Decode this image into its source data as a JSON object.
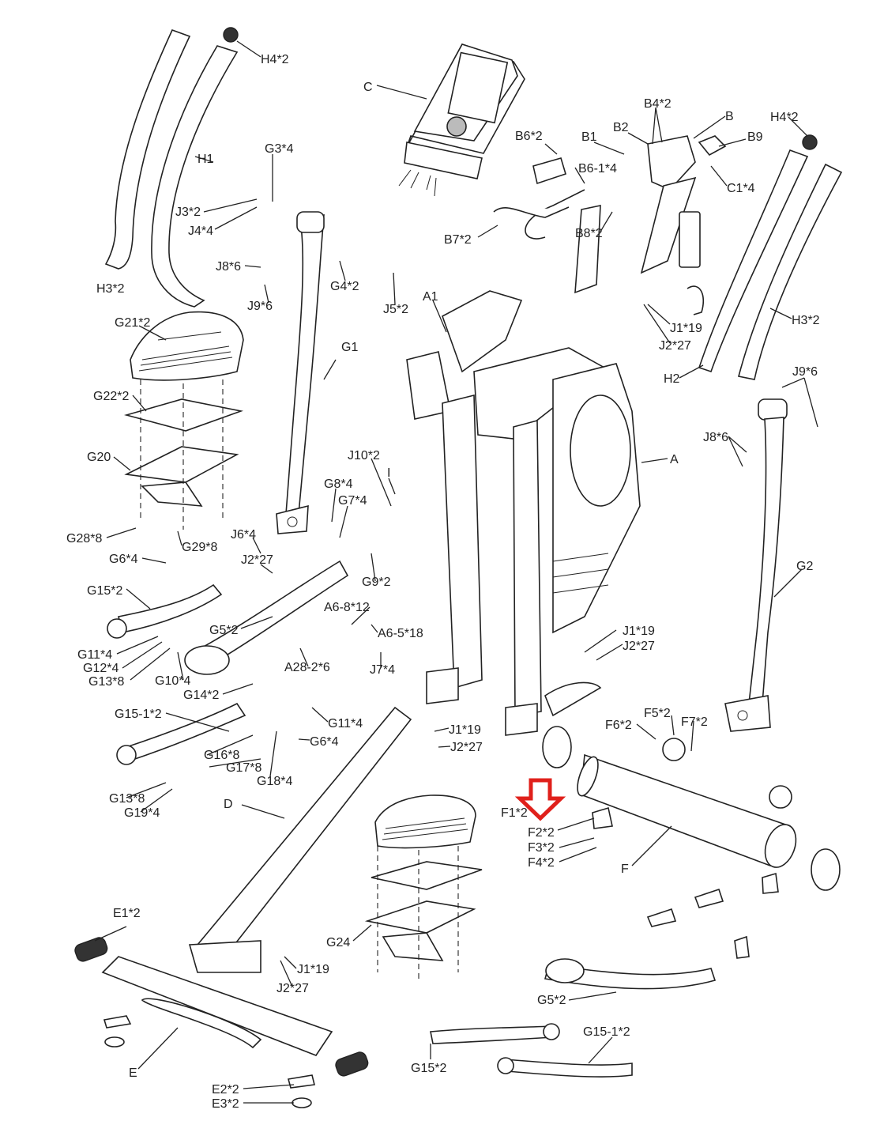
{
  "labels": [
    {
      "id": "H4x2_top",
      "text": "H4*2"
    },
    {
      "id": "C",
      "text": "C"
    },
    {
      "id": "B4x2",
      "text": "B4*2"
    },
    {
      "id": "B",
      "text": "B"
    },
    {
      "id": "H4x2_right",
      "text": "H4*2"
    },
    {
      "id": "H1",
      "text": "H1"
    },
    {
      "id": "G3x4",
      "text": "G3*4"
    },
    {
      "id": "B6x2",
      "text": "B6*2"
    },
    {
      "id": "B2",
      "text": "B2"
    },
    {
      "id": "B1",
      "text": "B1"
    },
    {
      "id": "B9",
      "text": "B9"
    },
    {
      "id": "B6-1x4",
      "text": "B6-1*4"
    },
    {
      "id": "C1x4",
      "text": "C1*4"
    },
    {
      "id": "J3x2",
      "text": "J3*2"
    },
    {
      "id": "J4x4",
      "text": "J4*4"
    },
    {
      "id": "B7x2",
      "text": "B7*2"
    },
    {
      "id": "B8x2",
      "text": "B8*2"
    },
    {
      "id": "J8x6_left",
      "text": "J8*6"
    },
    {
      "id": "G4x2",
      "text": "G4*2"
    },
    {
      "id": "H3x2_left",
      "text": "H3*2"
    },
    {
      "id": "J9x6_left",
      "text": "J9*6"
    },
    {
      "id": "J5x2",
      "text": "J5*2"
    },
    {
      "id": "A1",
      "text": "A1"
    },
    {
      "id": "H3x2_right",
      "text": "H3*2"
    },
    {
      "id": "J1x19_top",
      "text": "J1*19"
    },
    {
      "id": "J2x27_top",
      "text": "J2*27"
    },
    {
      "id": "G21x2",
      "text": "G21*2"
    },
    {
      "id": "G1",
      "text": "G1"
    },
    {
      "id": "H2",
      "text": "H2"
    },
    {
      "id": "J9x6_right",
      "text": "J9*6"
    },
    {
      "id": "G22x2",
      "text": "G22*2"
    },
    {
      "id": "J8x6_right",
      "text": "J8*6"
    },
    {
      "id": "J10x2",
      "text": "J10*2"
    },
    {
      "id": "G20",
      "text": "G20"
    },
    {
      "id": "I",
      "text": "I"
    },
    {
      "id": "A",
      "text": "A"
    },
    {
      "id": "G8x4",
      "text": "G8*4"
    },
    {
      "id": "G7x4",
      "text": "G7*4"
    },
    {
      "id": "J6x4",
      "text": "J6*4"
    },
    {
      "id": "G28x8",
      "text": "G28*8"
    },
    {
      "id": "G29x8",
      "text": "G29*8"
    },
    {
      "id": "G6x4_top",
      "text": "G6*4"
    },
    {
      "id": "J2x27_mid",
      "text": "J2*27"
    },
    {
      "id": "G2",
      "text": "G2"
    },
    {
      "id": "G9x2",
      "text": "G9*2"
    },
    {
      "id": "G15x2_top",
      "text": "G15*2"
    },
    {
      "id": "A6-8x12",
      "text": "A6-8*12"
    },
    {
      "id": "G5x2_top",
      "text": "G5*2"
    },
    {
      "id": "A6-5x18",
      "text": "A6-5*18"
    },
    {
      "id": "J1x19_mid",
      "text": "J1*19"
    },
    {
      "id": "J2x27_right",
      "text": "J2*27"
    },
    {
      "id": "G11x4_top",
      "text": "G11*4"
    },
    {
      "id": "G12x4",
      "text": "G12*4"
    },
    {
      "id": "G13x8_top",
      "text": "G13*8"
    },
    {
      "id": "G10x4",
      "text": "G10*4"
    },
    {
      "id": "A28-2x6",
      "text": "A28-2*6"
    },
    {
      "id": "J7x4",
      "text": "J7*4"
    },
    {
      "id": "G14x2",
      "text": "G14*2"
    },
    {
      "id": "G15-1x2_top",
      "text": "G15-1*2"
    },
    {
      "id": "G11x4_mid",
      "text": "G11*4"
    },
    {
      "id": "J1x19_low",
      "text": "J1*19"
    },
    {
      "id": "F6x2",
      "text": "F6*2"
    },
    {
      "id": "F5x2",
      "text": "F5*2"
    },
    {
      "id": "F7x2",
      "text": "F7*2"
    },
    {
      "id": "G6x4_mid",
      "text": "G6*4"
    },
    {
      "id": "J2x27_low",
      "text": "J2*27"
    },
    {
      "id": "G16x8",
      "text": "G16*8"
    },
    {
      "id": "G17x8",
      "text": "G17*8"
    },
    {
      "id": "G18x4",
      "text": "G18*4"
    },
    {
      "id": "G13x8_low",
      "text": "G13*8"
    },
    {
      "id": "G19x4",
      "text": "G19*4"
    },
    {
      "id": "D",
      "text": "D"
    },
    {
      "id": "F1x2",
      "text": "F1*2"
    },
    {
      "id": "F2x2",
      "text": "F2*2"
    },
    {
      "id": "F3x2",
      "text": "F3*2"
    },
    {
      "id": "F4x2",
      "text": "F4*2"
    },
    {
      "id": "F",
      "text": "F"
    },
    {
      "id": "E1x2",
      "text": "E1*2"
    },
    {
      "id": "G24",
      "text": "G24"
    },
    {
      "id": "J1x19_bottom",
      "text": "J1*19"
    },
    {
      "id": "J2x27_bottom",
      "text": "J2*27"
    },
    {
      "id": "G5x2_low",
      "text": "G5*2"
    },
    {
      "id": "G15-1x2_low",
      "text": "G15-1*2"
    },
    {
      "id": "E",
      "text": "E"
    },
    {
      "id": "G15x2_low",
      "text": "G15*2"
    },
    {
      "id": "E2x2",
      "text": "E2*2"
    },
    {
      "id": "E3x2",
      "text": "E3*2"
    }
  ],
  "highlight": {
    "shape": "down-arrow",
    "color": "#e0201b"
  },
  "colors": {
    "line": "#222222",
    "background": "#ffffff"
  }
}
